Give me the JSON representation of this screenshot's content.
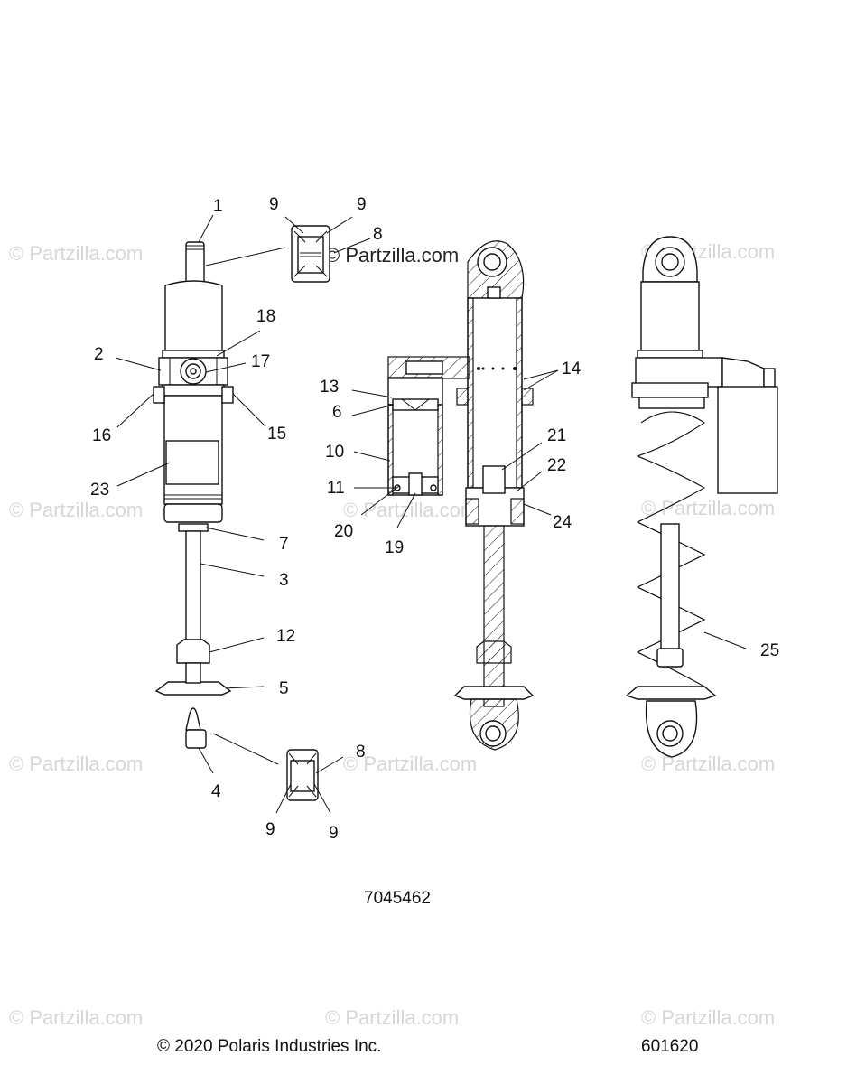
{
  "diagram": {
    "drawing_number": "7045462",
    "copyright": "© 2020 Polaris Industries Inc.",
    "part_ref": "601620",
    "watermark_text": "© Partzilla.com",
    "callouts": {
      "c1": "1",
      "c2": "2",
      "c3": "3",
      "c4": "4",
      "c5": "5",
      "c6": "6",
      "c7": "7",
      "c8a": "8",
      "c8b": "8",
      "c9a": "9",
      "c9b": "9",
      "c9c": "9",
      "c9d": "9",
      "c10": "10",
      "c11": "11",
      "c12": "12",
      "c13": "13",
      "c14": "14",
      "c15": "15",
      "c16": "16",
      "c17": "17",
      "c18": "18",
      "c19": "19",
      "c20": "20",
      "c21": "21",
      "c22": "22",
      "c23": "23",
      "c24": "24",
      "c25": "25"
    }
  }
}
